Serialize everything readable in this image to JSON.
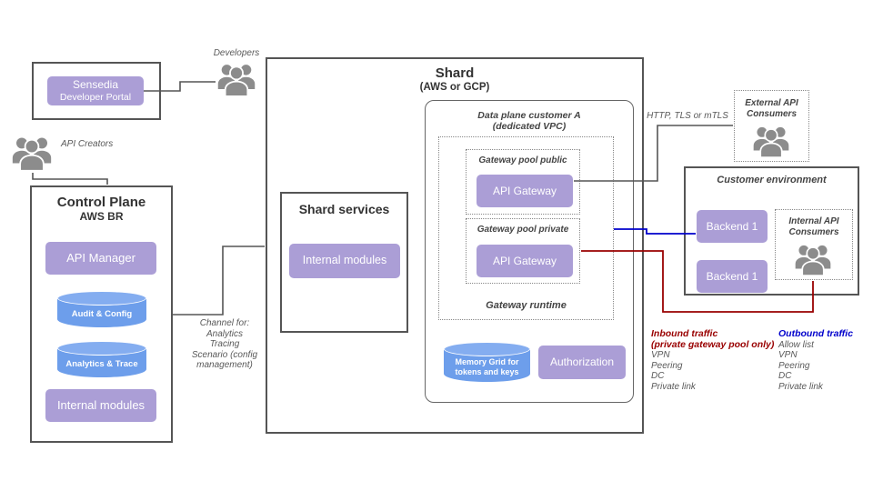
{
  "colors": {
    "purple_module": "#ab9ed6",
    "cylinder_blue": "#6d9eeb",
    "inbound_red": "#990000",
    "outbound_blue": "#0000cc",
    "line_gray": "#555555",
    "icon_gray": "#8c8c8c"
  },
  "sensedia_portal": {
    "title": "Sensedia",
    "subtitle": "Developer Portal"
  },
  "labels": {
    "developers": "Developers",
    "api_creators": "API Creators",
    "http": "HTTP, TLS or mTLS"
  },
  "control_plane": {
    "title": "Control Plane",
    "subtitle": "AWS BR",
    "api_manager": "API Manager",
    "audit_config": "Audit & Config",
    "analytics_trace": "Analytics & Trace",
    "internal_modules": "Internal modules"
  },
  "channel_note": {
    "line1": "Channel  for:",
    "line2": "Analytics",
    "line3": "Tracing",
    "line4": "Scenario (config",
    "line5": "management)"
  },
  "shard": {
    "title": "Shard",
    "subtitle": "(AWS or GCP)"
  },
  "shard_services": {
    "title": "Shard services",
    "internal_modules": "Internal modules"
  },
  "data_plane": {
    "title": "Data plane customer A",
    "subtitle": "(dedicated VPC)",
    "pool_public_label": "Gateway pool public",
    "api_gateway_public": "API Gateway",
    "pool_private_label": "Gateway pool private",
    "api_gateway_private": "API Gateway",
    "runtime_label": "Gateway runtime",
    "memory_grid_line1": "Memory Grid for",
    "memory_grid_line2": "tokens and keys",
    "authorization": "Authorization"
  },
  "external_consumers": {
    "line1": "External API",
    "line2": "Consumers"
  },
  "customer_env": {
    "title": "Customer environment",
    "backend_a": "Backend 1",
    "backend_b": "Backend 1",
    "internal_line1": "Internal API",
    "internal_line2": "Consumers"
  },
  "inbound": {
    "title_line1": "Inbound traffic",
    "title_line2": "(private gateway pool only)",
    "items": [
      "VPN",
      "Peering",
      "DC",
      "Private link"
    ]
  },
  "outbound": {
    "title": "Outbound traffic",
    "items": [
      "Allow list",
      "VPN",
      "Peering",
      "DC",
      "Private link"
    ]
  }
}
